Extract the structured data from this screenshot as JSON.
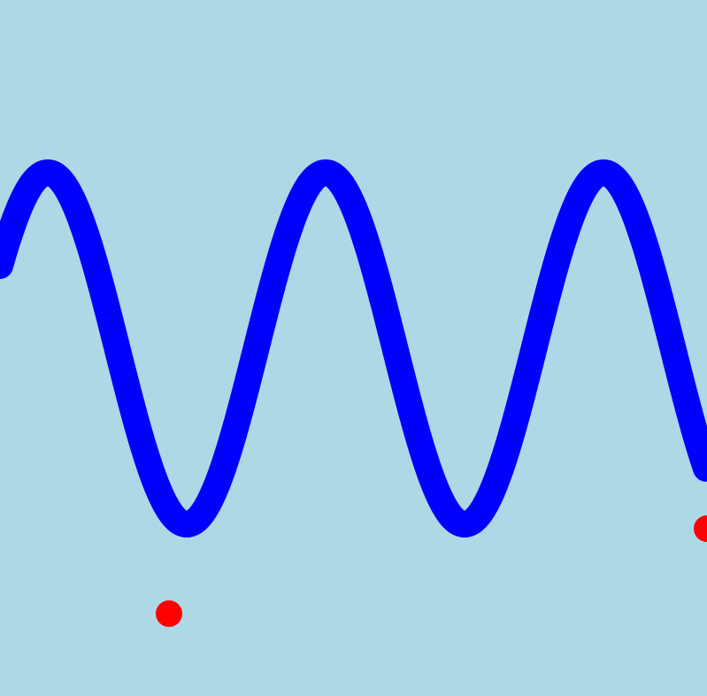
{
  "scene": {
    "background_color": "#add8e6",
    "wave": {
      "color": "#0000ff",
      "shape": "sine",
      "cycles_visible": 2.6
    },
    "dots": [
      {
        "name": "red-dot",
        "color": "#ff0000"
      },
      {
        "name": "red-dot",
        "color": "#ff0000"
      }
    ]
  }
}
